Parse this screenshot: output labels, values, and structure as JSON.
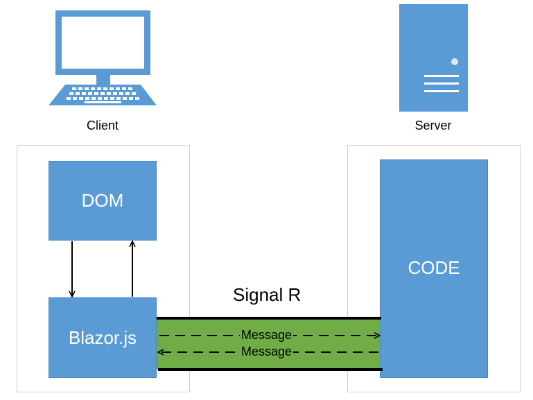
{
  "client": {
    "label": "Client",
    "icon": "laptop-icon"
  },
  "server": {
    "label": "Server",
    "icon": "server-icon"
  },
  "blocks": {
    "dom": "DOM",
    "blazor": "Blazor.js",
    "code": "CODE"
  },
  "channel": {
    "title": "Signal R",
    "message_to_server": "Message",
    "message_to_client": "Message",
    "color": "#70ad47"
  },
  "colors": {
    "block": "#5b9bd5",
    "icon": "#5b9bd5"
  }
}
